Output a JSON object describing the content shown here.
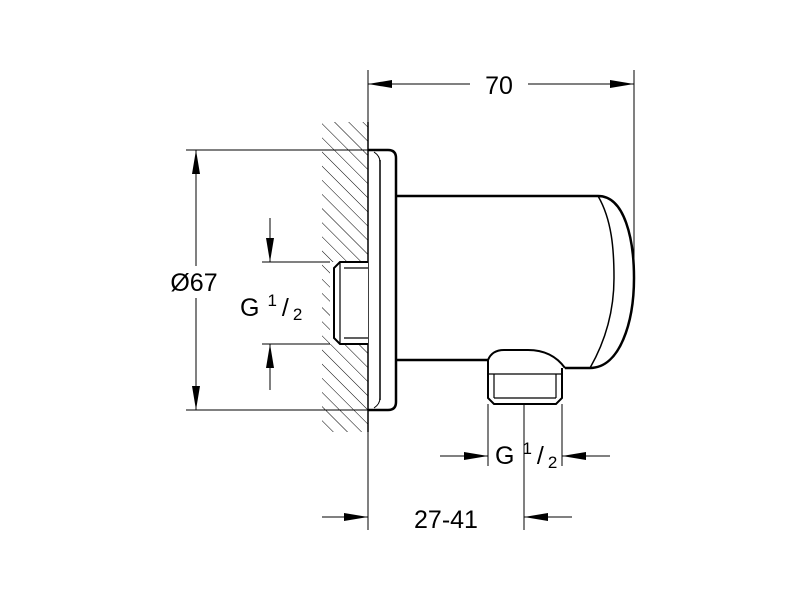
{
  "drawing": {
    "dimensions": {
      "total_length": "70",
      "flange_diameter": "Ø67",
      "wall_thread": {
        "main": "G",
        "numerator": "1",
        "slash": "/",
        "denominator": "2"
      },
      "outlet_thread": {
        "main": "G",
        "numerator": "1",
        "slash": "/",
        "denominator": "2"
      },
      "wall_adjustment": "27-41"
    },
    "colors": {
      "line": "#000000",
      "background": "#ffffff"
    }
  }
}
